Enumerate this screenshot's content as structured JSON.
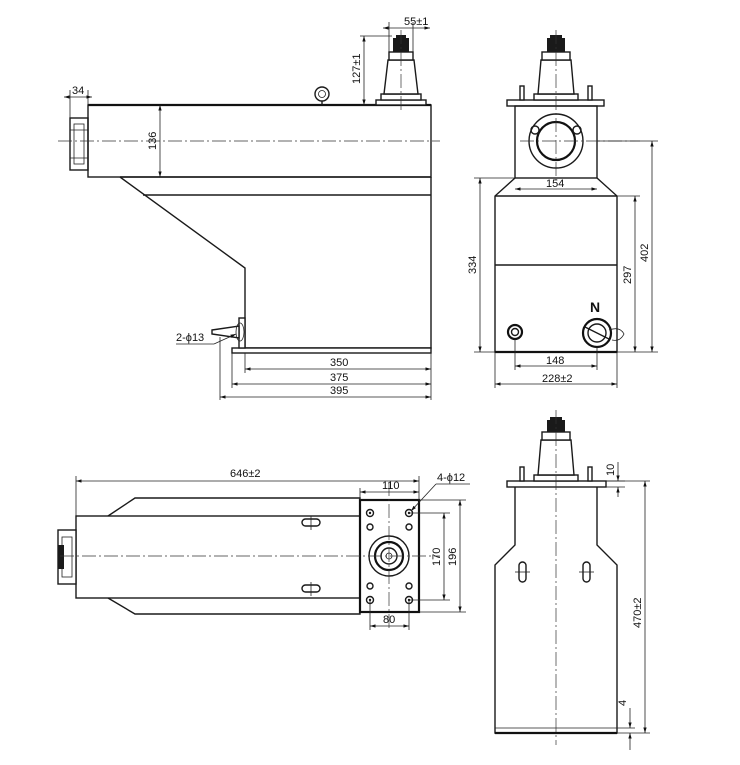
{
  "views": {
    "side": {
      "dims": {
        "w34": "34",
        "h136": "136",
        "w55": "55±1",
        "h127": "127±1",
        "holes": "2-ϕ13",
        "l350": "350",
        "l375": "375",
        "l395": "395"
      }
    },
    "front": {
      "dims": {
        "w154": "154",
        "h334": "334",
        "h297": "297",
        "h402": "402",
        "w148": "148",
        "w228": "228±2"
      },
      "label": "N"
    },
    "top": {
      "dims": {
        "l646": "646±2",
        "w110": "110",
        "holes": "4-ϕ12",
        "h170": "170",
        "h196": "196",
        "w80": "80"
      }
    },
    "rear": {
      "dims": {
        "h10": "10",
        "h470": "470±2",
        "h4": "4"
      }
    }
  }
}
